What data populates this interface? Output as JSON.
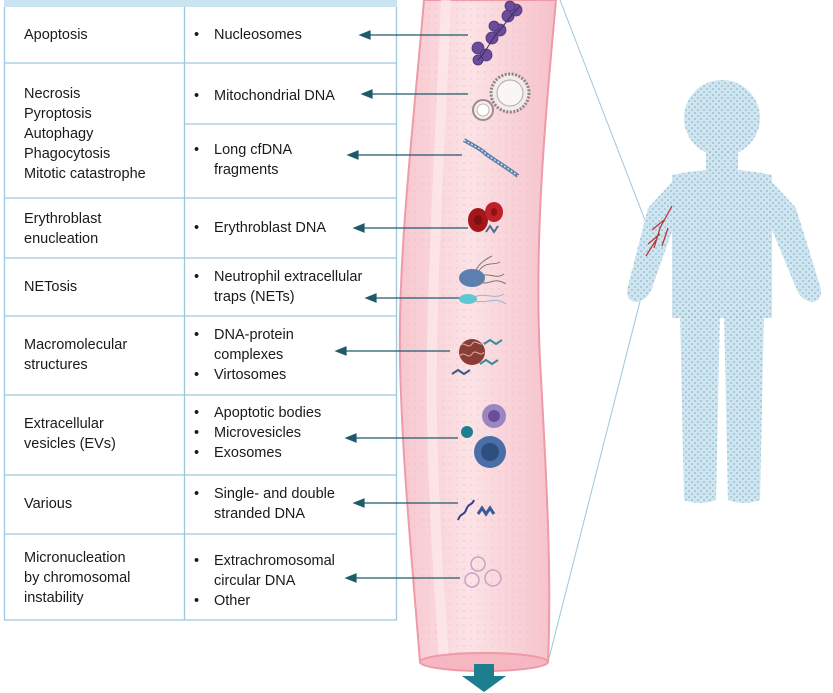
{
  "rows": [
    {
      "mechanism": [
        "Apoptosis"
      ],
      "items": [
        [
          "Nucleosomes"
        ]
      ]
    },
    {
      "mechanism": [
        "Necrosis",
        "Pyroptosis",
        "Autophagy",
        "Phagocytosis",
        "Mitotic catastrophe"
      ],
      "items": [
        [
          "Mitochondrial DNA"
        ]
      ],
      "items2": [
        [
          "Long cfDNA",
          "fragments"
        ]
      ]
    },
    {
      "mechanism": [
        "Erythroblast",
        "enucleation"
      ],
      "items": [
        [
          "Erythroblast DNA"
        ]
      ]
    },
    {
      "mechanism": [
        "NETosis"
      ],
      "items": [
        [
          "Neutrophil extracellular",
          "traps (NETs)"
        ]
      ]
    },
    {
      "mechanism": [
        "Macromolecular",
        "structures"
      ],
      "items": [
        [
          "DNA-protein",
          "complexes"
        ],
        [
          "Virtosomes"
        ]
      ]
    },
    {
      "mechanism": [
        "Extracellular",
        "vesicles (EVs)"
      ],
      "items": [
        [
          "Apoptotic bodies"
        ],
        [
          "Microvesicles"
        ],
        [
          "Exosomes"
        ]
      ]
    },
    {
      "mechanism": [
        "Various"
      ],
      "items": [
        [
          "Single- and double",
          "stranded DNA"
        ]
      ]
    },
    {
      "mechanism": [
        "Micronucleation",
        "by chromosomal",
        "instability"
      ],
      "items": [
        [
          "Extrachromosomal",
          "circular DNA"
        ],
        [
          "Other"
        ]
      ]
    }
  ],
  "colors": {
    "header_band": "#c9e3f1",
    "table_border": "#9fc7dd",
    "vessel_fill": "#f8d7dc",
    "vessel_edge": "#ef9aa7",
    "arrow": "#1f5a6b",
    "down_arrow": "#1d7e8f",
    "body_fill": "#cfe6f1",
    "red_cell": "#a5161b",
    "purple": "#6b4c9a"
  },
  "icons": [
    "nucleosome-icon",
    "mitochondria-icon",
    "dna-fragment-icon",
    "erythroblast-icon",
    "net-icon",
    "dna-protein-complex-icon",
    "vesicle-icon",
    "dsdna-icon",
    "eccdna-icon",
    "human-figure-icon",
    "down-arrow-icon"
  ]
}
